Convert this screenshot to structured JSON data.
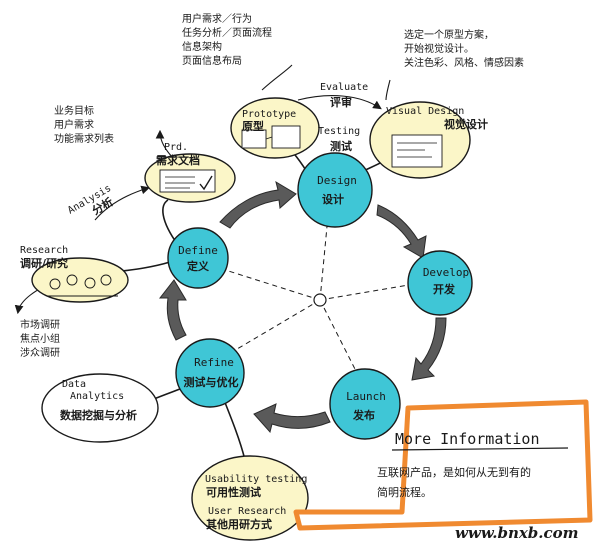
{
  "colors": {
    "circle_fill": "#3fc6d6",
    "node_fill": "#fbf6c8",
    "frame_orange": "#f08a30",
    "ink": "#1a1a1a",
    "arrow_fill": "#5a5a5a"
  },
  "cycle": {
    "define": {
      "en": "Define",
      "zh": "定义"
    },
    "design": {
      "en": "Design",
      "zh": "设计"
    },
    "develop": {
      "en": "Develop",
      "zh": "开发"
    },
    "launch": {
      "en": "Launch",
      "zh": "发布"
    },
    "refine": {
      "en": "Refine",
      "zh": "测试与优化"
    }
  },
  "nodes": {
    "prd": {
      "en": "Prd.",
      "zh": "需求文档"
    },
    "prototype": {
      "en": "Prototype",
      "zh": "原型"
    },
    "visual_design": {
      "en": "Visual Design",
      "zh": "视觉设计"
    },
    "research": {
      "en": "Research",
      "zh": "调研/研究"
    },
    "data_analytics": {
      "en_line1": "Data",
      "en_line2": "Analytics",
      "zh": "数据挖掘与分析"
    },
    "usability": {
      "en1": "Usability testing",
      "zh1": "可用性测试",
      "en2": "User Research",
      "zh2": "其他用研方式"
    }
  },
  "links": {
    "analysis": {
      "en": "Analysis",
      "zh": "分析"
    },
    "evaluate": {
      "en": "Evaluate",
      "zh": "评审"
    },
    "testing": {
      "en": "Testing",
      "zh": "测试"
    }
  },
  "notes": {
    "prototype": [
      "用户需求／行为",
      "任务分析／页面流程",
      "信息架构",
      "页面信息布局"
    ],
    "visual": [
      "选定一个原型方案，",
      "开始视觉设计。",
      "关注色彩、风格、情感因素"
    ],
    "prd": [
      "业务目标",
      "用户需求",
      "功能需求列表"
    ],
    "research": [
      "市场调研",
      "焦点小组",
      "涉众调研"
    ]
  },
  "more_info": {
    "title": "More Information",
    "body_line1": "互联网产品，是如何从无到有的",
    "body_line2": "简明流程。"
  },
  "watermark": "www.bnxb.com"
}
